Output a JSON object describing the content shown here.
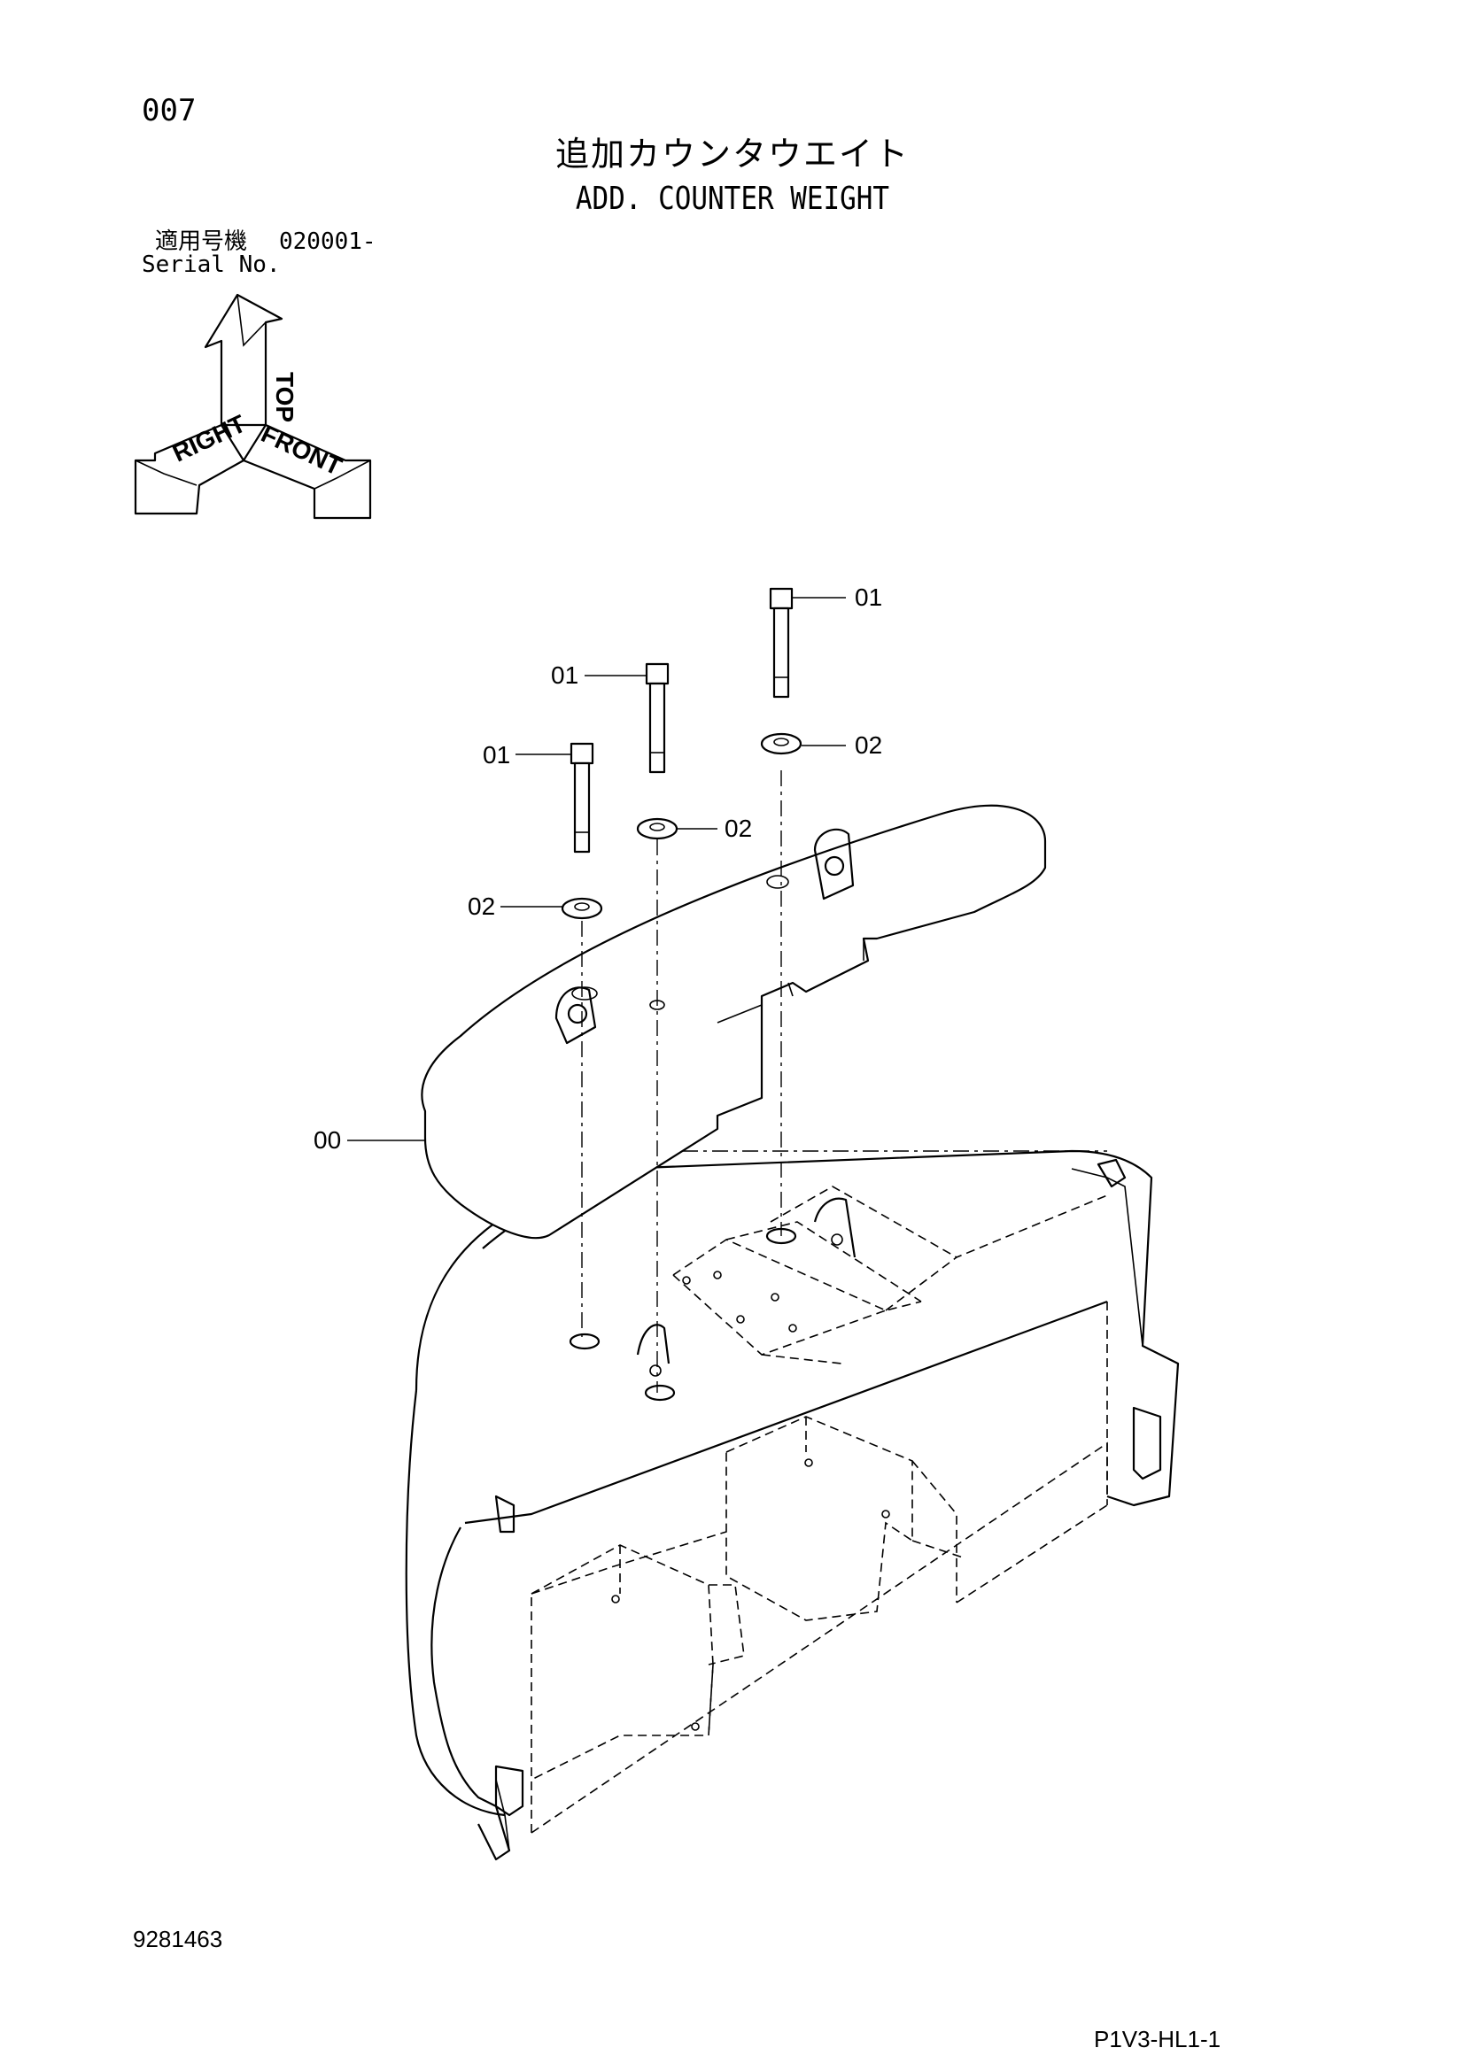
{
  "page_number": "007",
  "title": {
    "japanese": "追加カウンタウエイト",
    "english": "ADD. COUNTER WEIGHT"
  },
  "serial": {
    "label_jp": "適用号機",
    "value": "020001-",
    "label_en": "Serial No."
  },
  "orientation": {
    "top": "TOP",
    "right": "RIGHT",
    "front": "FRONT"
  },
  "callouts": {
    "bolt_label": "01",
    "washer_label": "02",
    "counterweight_label": "00"
  },
  "footer": {
    "document_number": "9281463",
    "page_code": "P1V3-HL1-1"
  }
}
